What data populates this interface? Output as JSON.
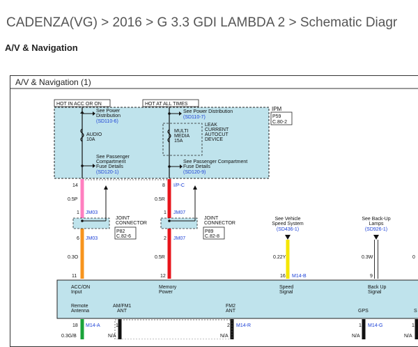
{
  "breadcrumb": "CADENZA(VG) > 2016 > G 3.3 GDI LAMBDA 2 > Schematic Diagr",
  "section_title": "A/V & Navigation",
  "frame_title": "A/V & Navigation (1)",
  "colors": {
    "fuse_box_fill": "#bfe3ec",
    "wire_pink": "#ff7fc0",
    "wire_orange": "#f7941d",
    "wire_red": "#e8141b",
    "wire_yellow": "#f5e600",
    "wire_white": "#ffffff",
    "wire_black": "#111111",
    "wire_green": "#1aa33a",
    "link_blue": "#1a3fd6"
  },
  "hot_acc": "HOT IN ACC OR ON",
  "hot_all": "HOT AT ALL TIMES",
  "ipm": {
    "name": "IPM",
    "ref1": "P59",
    "ref2": "C.80-2"
  },
  "audio": {
    "see1": "See Power",
    "see2": "Distribution",
    "link1": "(SD110-6)",
    "fuse_name": "AUDIO",
    "fuse_rating": "10A",
    "see3": "See Passenger",
    "see4": "Compartment",
    "see5": "Fuse Details",
    "link2": "(SD120-1)"
  },
  "multi": {
    "see1": "See Power Distribution",
    "link1": "(SD110-7)",
    "fuse_line1": "MULTI",
    "fuse_line2": "MEDIA",
    "fuse_rating": "15A",
    "leak1": "LEAK",
    "leak2": "CURRENT",
    "leak3": "AUTOCUT",
    "leak4": "DEVICE",
    "see2": "See Passenger Compartment",
    "see3": "Fuse Details",
    "link2": "(SD120-9)"
  },
  "wire1": {
    "pin_top": "14",
    "size_top": "0.5P",
    "jc_pin_top": "1",
    "jc_name_top": "JM03",
    "jc_pin_bot": "6",
    "jc_name_bot": "JM03",
    "size_bot": "0.3O",
    "pin_bot": "11"
  },
  "wire2": {
    "pin_top": "8",
    "conn_top": "I/P-C",
    "size_top": "0.5R",
    "jc_pin_top": "1",
    "jc_name_top": "JM07",
    "jc_pin_bot": "2",
    "jc_name_bot": "JM07",
    "size_bot": "0.5R",
    "pin_bot": "12"
  },
  "joint1": {
    "line1": "JOINT",
    "line2": "CONNECTOR",
    "ref1": "P82",
    "ref2": "C.82-6"
  },
  "joint2": {
    "line1": "JOINT",
    "line2": "CONNECTOR",
    "ref1": "P89",
    "ref2": "C.82-8"
  },
  "speed": {
    "see1": "See Vehicle",
    "see2": "Speed System",
    "link": "(SD436-1)",
    "size": "0.22Y",
    "pin": "16",
    "conn": "M14-B"
  },
  "backup": {
    "see1": "See Back-Up",
    "see2": "Lamps",
    "link": "(SD926-1)",
    "size": "0.3W",
    "pin": "9",
    "partial": "0"
  },
  "module": {
    "acc1": "ACC/ON",
    "acc2": "Input",
    "mem1": "Memory",
    "mem2": "Power",
    "spd1": "Speed",
    "spd2": "Signal",
    "bck1": "Back Up",
    "bck2": "Signal"
  },
  "bottom": {
    "remote1": "Remote",
    "remote2": "Antenna",
    "am1": "AM/FM1",
    "am2": "ANT",
    "fm1": "FM2",
    "fm2": "ANT",
    "gps": "GPS",
    "partial": "S",
    "pin_remote": "18",
    "conn_remote": "M14-A",
    "pin_am": "1",
    "pin_fm": "2",
    "conn_fm": "M14-R",
    "pin_gps": "1",
    "conn_gps": "M14-G",
    "pin_last": "1",
    "size_remote": "0.3G/B",
    "na_am": "N/A",
    "na_fm": "N/A",
    "na_gps": "N/A",
    "na_last": "N/A"
  }
}
